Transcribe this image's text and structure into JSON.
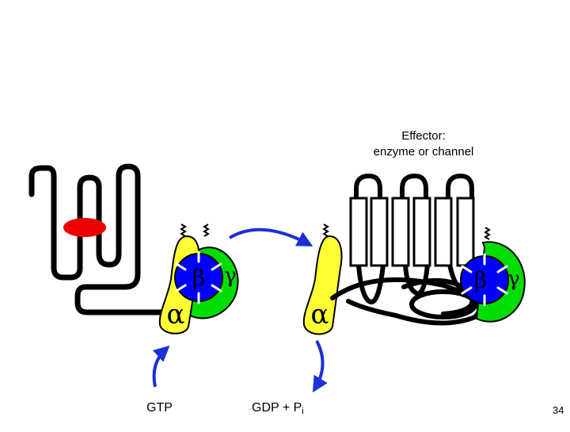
{
  "effector": {
    "line1": "Effector:",
    "line2": "enzyme or channel"
  },
  "inputs": {
    "gtp": "GTP",
    "gdp": "GDP + P",
    "gdp_sub": "i"
  },
  "subunits": {
    "alpha": "α",
    "beta": "β",
    "gamma": "γ"
  },
  "page_number": "34",
  "colors": {
    "alpha": "#ffff33",
    "beta": "#0000ff",
    "gamma": "#00dd00",
    "ligand": "#ee0000",
    "arrow": "#1a2fd8"
  }
}
